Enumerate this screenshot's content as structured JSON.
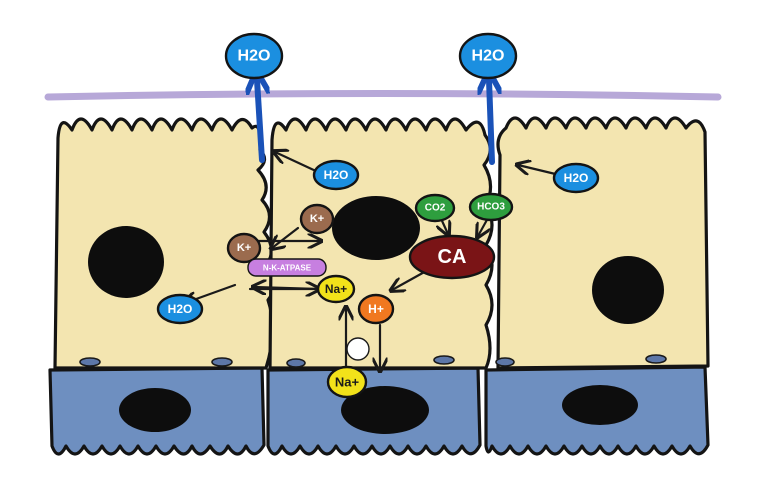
{
  "labels": {
    "h2o_top_left": "H2O",
    "h2o_top_right": "H2O",
    "h2o_center": "H2O",
    "h2o_right": "H2O",
    "h2o_left": "H2O",
    "k_upper": "K+",
    "k_left": "K+",
    "co2": "CO2",
    "hco3": "HCO3",
    "ca": "CA",
    "atpase": "N-K-ATPASE",
    "na_upper": "Na+",
    "h_plus": "H+",
    "na_lower": "Na+"
  },
  "colors": {
    "lumen": "#b7a8d8",
    "epithelial_cell": "#f3e5b0",
    "basal_cell": "#6e8fc0",
    "water": "#1b8fe0",
    "water_arrow": "#1a52b8",
    "potassium": "#9b6b4e",
    "carbon": "#2e9e3e",
    "carbonic_anhydrase": "#7a1416",
    "atpase": "#c77fe0",
    "sodium": "#f2e21a",
    "hydrogen": "#f07820"
  }
}
